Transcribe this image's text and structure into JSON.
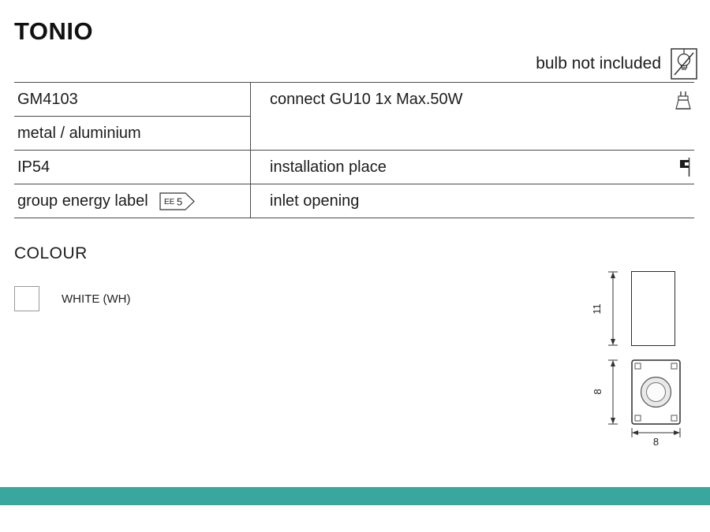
{
  "header": {
    "title": "TONIO",
    "bulb_note": "bulb not included"
  },
  "table": {
    "rows": [
      {
        "left": "GM4103",
        "right": "connect GU10 1x Max.50W"
      },
      {
        "left": "metal / aluminium",
        "right": ""
      },
      {
        "left": "IP54",
        "right": "installation place"
      },
      {
        "left": "group energy label",
        "right": "inlet opening"
      }
    ],
    "energy_badge": {
      "prefix": "EE",
      "value": "5"
    }
  },
  "colour": {
    "heading": "COLOUR",
    "swatch": {
      "label": "WHITE (WH)",
      "hex": "#ffffff"
    }
  },
  "drawings": {
    "front_height": "11",
    "side_height": "8",
    "width": "8"
  },
  "footer": {
    "bar_color": "#3aa79e"
  }
}
